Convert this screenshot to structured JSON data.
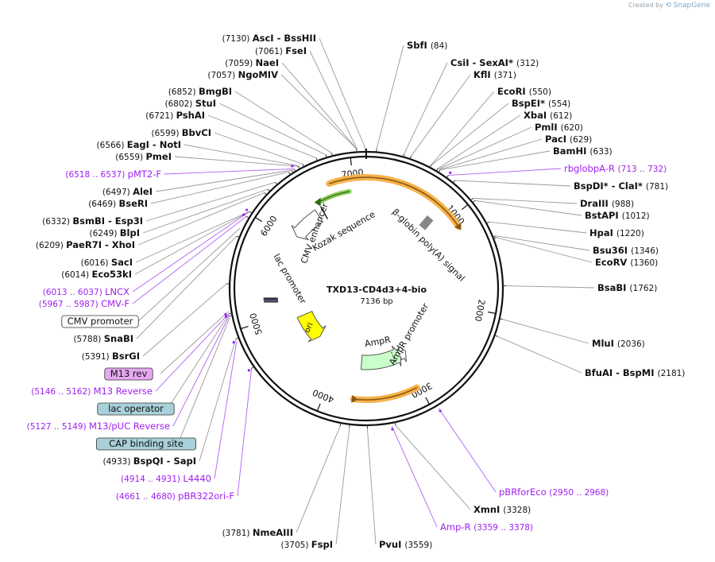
{
  "credit": {
    "prefix": "Created by",
    "brand": "SnapGene"
  },
  "plasmid": {
    "name": "TXD13-CD4d3+4-bio",
    "size": "7136 bp",
    "length": 7136
  },
  "tick_labels": [
    "1000",
    "2000",
    "3000",
    "4000",
    "5000",
    "6000",
    "7000"
  ],
  "colors": {
    "enzyme": "#000000",
    "primer": "#a020f0",
    "orange": "#f6b24a",
    "yellow": "#ffff00",
    "green_arrow": "#c9ffc9",
    "blue_box": "#a8d0d8",
    "purple_box": "#e6a8f0"
  },
  "features": [
    {
      "name": "CMV enhancer",
      "start": 6100,
      "end": 6480,
      "type": "arrow",
      "color": "#ffffff"
    },
    {
      "name": "Kozak sequence",
      "start": 6570,
      "end": 6580,
      "type": "tick",
      "color": "#000000"
    },
    {
      "name": "β-globin poly(A) signal",
      "start": 820,
      "end": 870,
      "type": "box",
      "color": "#888888"
    },
    {
      "name": "AmpR promoter",
      "start": 2930,
      "end": 3020,
      "type": "arrow",
      "color": "#ffffff"
    },
    {
      "name": "AmpR",
      "start": 3020,
      "end": 3680,
      "type": "arrow",
      "color": "#c9ffc9"
    },
    {
      "name": "ori",
      "start": 4420,
      "end": 4900,
      "type": "arrow",
      "color": "#ffff00"
    },
    {
      "name": "lac promoter",
      "start": 5200,
      "end": 5230,
      "type": "box",
      "color": "#6060a0"
    }
  ],
  "enzymes": [
    {
      "name": "AscI - BssHII",
      "pos": "(7130)"
    },
    {
      "name": "FseI",
      "pos": "(7061)"
    },
    {
      "name": "NaeI",
      "pos": "(7059)"
    },
    {
      "name": "NgoMIV",
      "pos": "(7057)"
    },
    {
      "name": "BmgBI",
      "pos": "(6852)"
    },
    {
      "name": "StuI",
      "pos": "(6802)"
    },
    {
      "name": "PshAI",
      "pos": "(6721)"
    },
    {
      "name": "BbvCI",
      "pos": "(6599)"
    },
    {
      "name": "EagI - NotI",
      "pos": "(6566)"
    },
    {
      "name": "PmeI",
      "pos": "(6559)"
    },
    {
      "name": "AleI",
      "pos": "(6497)"
    },
    {
      "name": "BseRI",
      "pos": "(6469)"
    },
    {
      "name": "BsmBI - Esp3I",
      "pos": "(6332)"
    },
    {
      "name": "BlpI",
      "pos": "(6249)"
    },
    {
      "name": "PaeR7I - XhoI",
      "pos": "(6209)"
    },
    {
      "name": "SacI",
      "pos": "(6016)"
    },
    {
      "name": "Eco53kI",
      "pos": "(6014)"
    },
    {
      "name": "SnaBI",
      "pos": "(5788)"
    },
    {
      "name": "BsrGI",
      "pos": "(5391)"
    },
    {
      "name": "BspQI - SapI",
      "pos": "(4933)"
    },
    {
      "name": "NmeAIII",
      "pos": "(3781)"
    },
    {
      "name": "FspI",
      "pos": "(3705)"
    },
    {
      "name": "PvuI",
      "pos": "(3559)"
    },
    {
      "name": "XmnI",
      "pos": "(3328)"
    },
    {
      "name": "BfuAI - BspMI",
      "pos": "(2181)"
    },
    {
      "name": "MluI",
      "pos": "(2036)"
    },
    {
      "name": "BsaBI",
      "pos": "(1762)"
    },
    {
      "name": "EcoRV",
      "pos": "(1360)"
    },
    {
      "name": "Bsu36I",
      "pos": "(1346)"
    },
    {
      "name": "HpaI",
      "pos": "(1220)"
    },
    {
      "name": "BstAPI",
      "pos": "(1012)"
    },
    {
      "name": "DraIII",
      "pos": "(988)"
    },
    {
      "name": "BspDI* - ClaI*",
      "pos": "(781)"
    },
    {
      "name": "BamHI",
      "pos": "(633)"
    },
    {
      "name": "PacI",
      "pos": "(629)"
    },
    {
      "name": "PmlI",
      "pos": "(620)"
    },
    {
      "name": "XbaI",
      "pos": "(612)"
    },
    {
      "name": "BspEI*",
      "pos": "(554)"
    },
    {
      "name": "EcoRI",
      "pos": "(550)"
    },
    {
      "name": "KflI",
      "pos": "(371)"
    },
    {
      "name": "CsiI - SexAI*",
      "pos": "(312)"
    },
    {
      "name": "SbfI",
      "pos": "(84)"
    }
  ],
  "primers": [
    {
      "name": "pMT2-F",
      "range": "(6518 .. 6537)"
    },
    {
      "name": "LNCX",
      "range": "(6013 .. 6037)"
    },
    {
      "name": "CMV-F",
      "range": "(5967 .. 5987)"
    },
    {
      "name": "M13 Reverse",
      "range": "(5146 .. 5162)"
    },
    {
      "name": "M13/pUC Reverse",
      "range": "(5127 .. 5149)"
    },
    {
      "name": "L4440",
      "range": "(4914 .. 4931)"
    },
    {
      "name": "pBR322ori-F",
      "range": "(4661 .. 4680)"
    },
    {
      "name": "Amp-R",
      "range": "(3359 .. 3378)"
    },
    {
      "name": "pBRforEco",
      "range": "(2950 .. 2968)"
    },
    {
      "name": "rbglobpA-R",
      "range": "(713 .. 732)"
    }
  ],
  "boxed_features": [
    {
      "name": "CMV promoter"
    },
    {
      "name": "M13 rev"
    },
    {
      "name": "lac operator"
    },
    {
      "name": "CAP binding site"
    }
  ]
}
